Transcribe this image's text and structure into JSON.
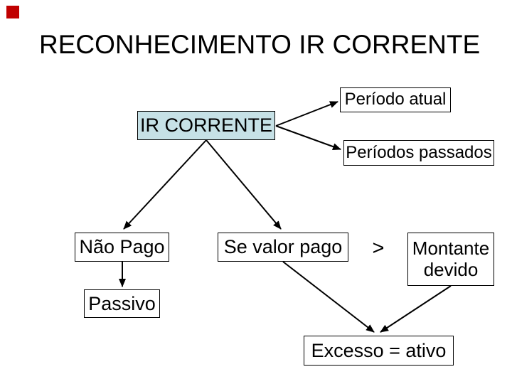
{
  "slide": {
    "title": "RECONHECIMENTO IR CORRENTE",
    "colors": {
      "accent_square": "#c00000",
      "highlight_box_fill": "#c6e1e6",
      "line_and_text": "#000000",
      "background": "#ffffff"
    }
  },
  "nodes": {
    "ir_corrente": {
      "label": "IR CORRENTE"
    },
    "periodo_atual": {
      "label": "Período atual"
    },
    "periodos_passados": {
      "label": "Períodos passados"
    },
    "nao_pago": {
      "label": "Não Pago"
    },
    "se_valor_pago": {
      "label": "Se valor pago"
    },
    "comparator": {
      "label": ">"
    },
    "montante_devido": {
      "label": "Montante devido"
    },
    "passivo": {
      "label": "Passivo"
    },
    "excesso_ativo": {
      "label": "Excesso = ativo"
    }
  },
  "edges": [
    {
      "from": "ir_corrente",
      "to": "periodo_atual"
    },
    {
      "from": "ir_corrente",
      "to": "periodos_passados"
    },
    {
      "from": "ir_corrente",
      "to": "nao_pago"
    },
    {
      "from": "ir_corrente",
      "to": "se_valor_pago"
    },
    {
      "from": "nao_pago",
      "to": "passivo"
    },
    {
      "from": "se_valor_pago",
      "to": "excesso_ativo"
    },
    {
      "from": "montante_devido",
      "to": "excesso_ativo"
    }
  ]
}
